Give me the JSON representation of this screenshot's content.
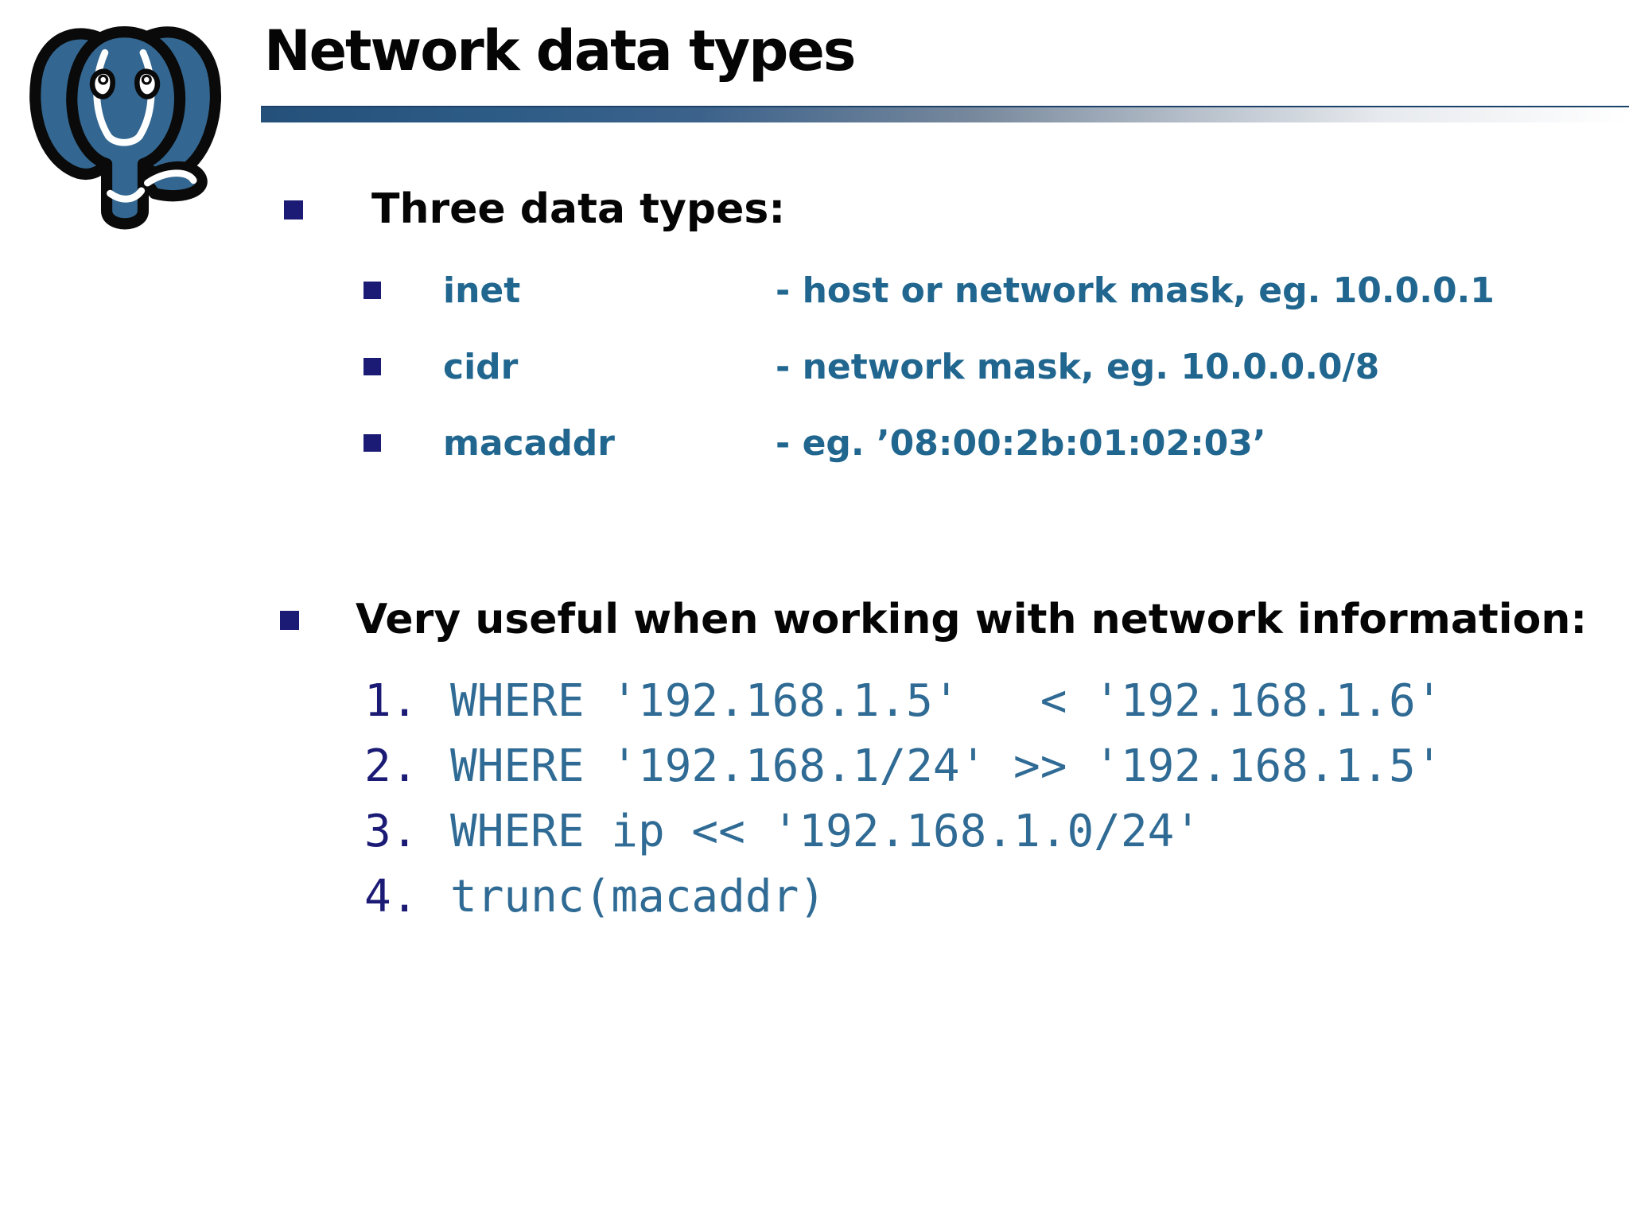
{
  "slide": {
    "title": "Network data types",
    "logo": "postgresql-elephant",
    "colors": {
      "accent_bar": "#2d5c86",
      "bullet_navy": "#1b1b76",
      "term_blue": "#20668f",
      "code_blue": "#2f6b94",
      "logo_blue": "#336791"
    },
    "sections": [
      {
        "heading": "Three data types:",
        "items": [
          {
            "term": "inet",
            "desc": "- host or network mask, eg. 10.0.0.1"
          },
          {
            "term": "cidr",
            "desc": "- network mask, eg. 10.0.0.0/8"
          },
          {
            "term": "macaddr",
            "desc": "- eg. ’08:00:2b:01:02:03’"
          }
        ]
      },
      {
        "heading": "Very useful when working with network information:",
        "code_lines": [
          {
            "num": "1.",
            "code": "WHERE '192.168.1.5'   < '192.168.1.6'"
          },
          {
            "num": "2.",
            "code": "WHERE '192.168.1/24' >> '192.168.1.5'"
          },
          {
            "num": "3.",
            "code": "WHERE ip << '192.168.1.0/24'"
          },
          {
            "num": "4.",
            "code": "trunc(macaddr)"
          }
        ]
      }
    ]
  }
}
